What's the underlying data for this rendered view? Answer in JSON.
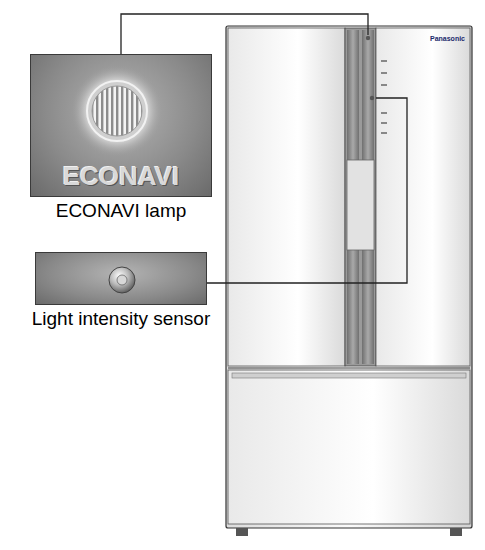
{
  "diagram": {
    "nodes": [
      {
        "text": [
          "ECONAVI",
          "ECONAVI lamp"
        ]
      },
      {
        "text": [
          "Light intensity sensor"
        ]
      }
    ],
    "labels": [
      "Panasonic"
    ]
  }
}
